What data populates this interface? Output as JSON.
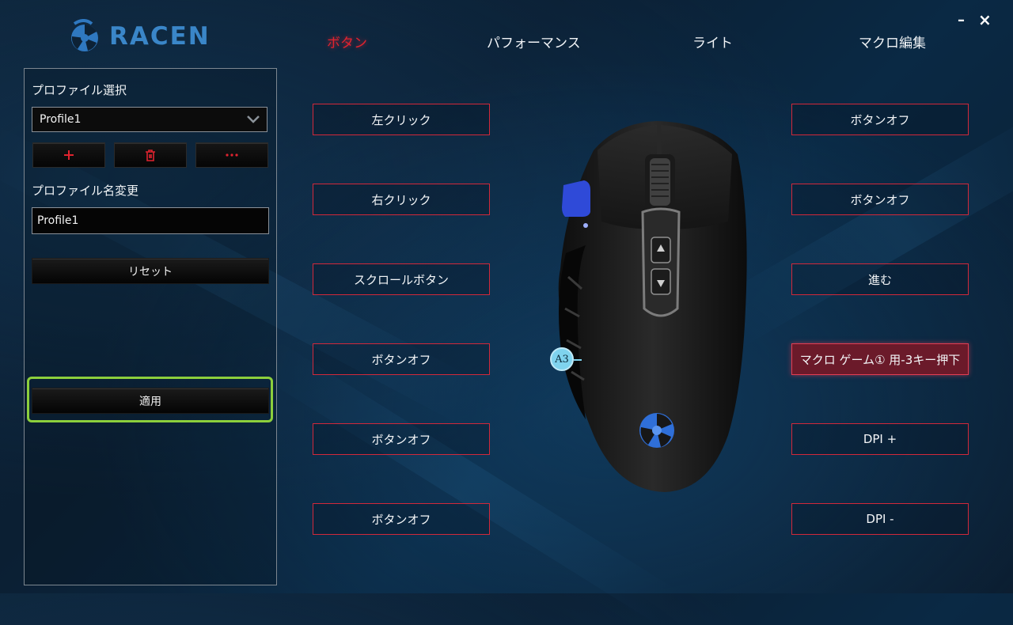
{
  "app": {
    "brand": "RACEN",
    "window_controls": {
      "minimize": "–",
      "close": "×"
    }
  },
  "nav": {
    "tabs": [
      {
        "label": "ボタン",
        "active": true
      },
      {
        "label": "パフォーマンス",
        "active": false
      },
      {
        "label": "ライト",
        "active": false
      },
      {
        "label": "マクロ編集",
        "active": false
      }
    ]
  },
  "sidebar": {
    "profile_select_label": "プロファイル選択",
    "profile_select_value": "Profile1",
    "add_icon": "plus-icon",
    "delete_icon": "trash-icon",
    "more_icon": "more-icon",
    "rename_label": "プロファイル名変更",
    "rename_value": "Profile1",
    "reset_label": "リセット",
    "apply_label": "適用",
    "highlight_color": "#8ccf3c"
  },
  "buttons_left": [
    "左クリック",
    "右クリック",
    "スクロールボタン",
    "ボタンオフ",
    "ボタンオフ",
    "ボタンオフ"
  ],
  "buttons_right": [
    "ボタンオフ",
    "ボタンオフ",
    "進む",
    "マクロ ゲーム① 用-3キー押下",
    "DPI +",
    "DPI -"
  ],
  "selected_button_marker": "A3",
  "colors": {
    "accent_red": "#d2283a",
    "brand_blue": "#3a86c8",
    "mouse_accent": "#2f4ad8"
  }
}
